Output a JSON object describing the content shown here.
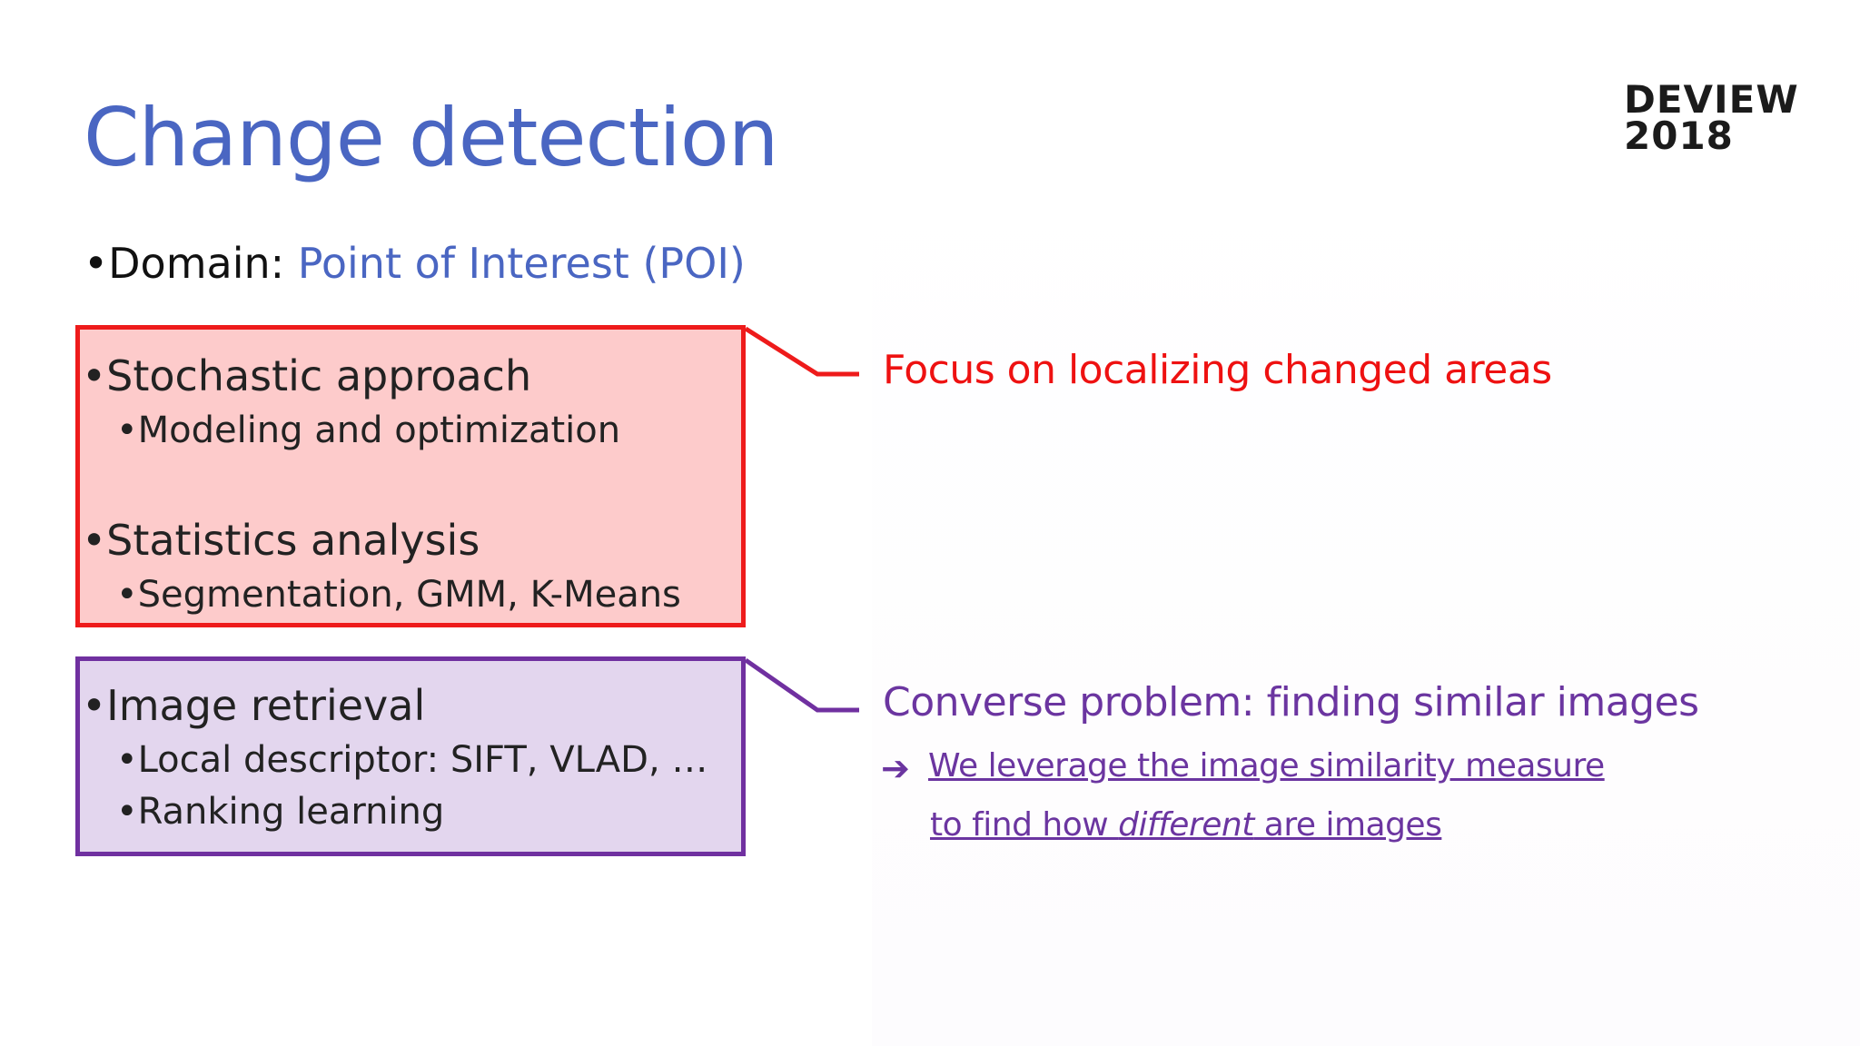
{
  "slide": {
    "title": "Change detection",
    "logo": {
      "line1": "DEVIEW",
      "line2": "2018"
    },
    "domain": {
      "bullet": "•",
      "label": "Domain: ",
      "value": "Point of Interest (POI)"
    },
    "red_box": {
      "item1": "•Stochastic approach",
      "item1_sub": "•Modeling and optimization",
      "item2": "•Statistics analysis",
      "item2_sub": "•Segmentation, GMM, K-Means"
    },
    "purple_box": {
      "item1": "•Image retrieval",
      "sub1": "•Local descriptor: SIFT, VLAD, …",
      "sub2": "•Ranking learning"
    },
    "callout_red": "Focus on localizing changed areas",
    "callout_purple": "Converse problem: finding similar images",
    "arrow_symbol": "➔",
    "note_line1": "We leverage the image similarity measure",
    "note_line2_pre": "to find how ",
    "note_line2_em": "different",
    "note_line2_post": " are images",
    "colors": {
      "title_blue": "#4a66c2",
      "red": "#ee1b1b",
      "red_fill": "#fdcbcb",
      "purple": "#7030a0",
      "purple_fill": "#e3d6ee"
    }
  }
}
